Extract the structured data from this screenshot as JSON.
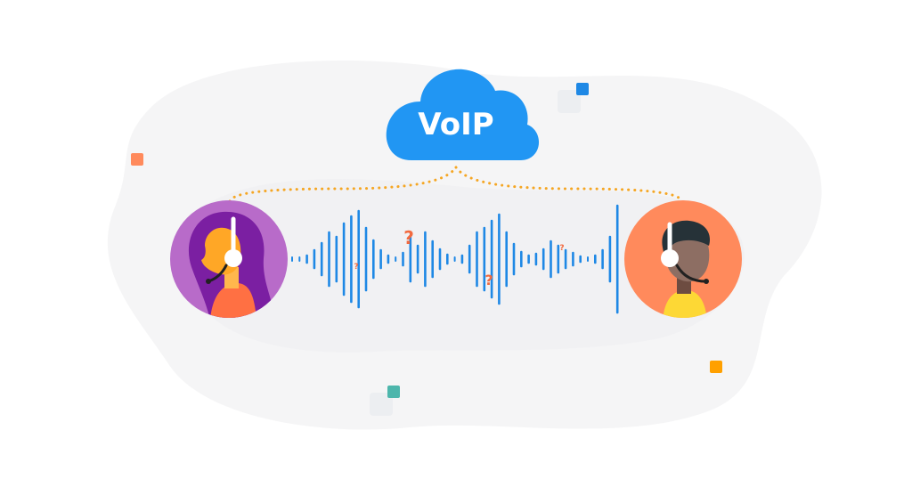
{
  "cloud": {
    "label": "VoIP",
    "icon": "cloud-icon",
    "color": "#2196f3"
  },
  "participants": [
    {
      "name": "agent-left",
      "icon": "headset-agent-woman-icon",
      "bg": "#b86bc9"
    },
    {
      "name": "agent-right",
      "icon": "headset-agent-man-icon",
      "bg": "#ff8a5c"
    }
  ],
  "waveform": {
    "color": "#1e88e5",
    "glitch_marks": [
      "?",
      "?",
      "?",
      "?"
    ]
  },
  "colors": {
    "connector": "#f5a623",
    "blob": "#f5f5f6",
    "question": "#f26a3f"
  }
}
